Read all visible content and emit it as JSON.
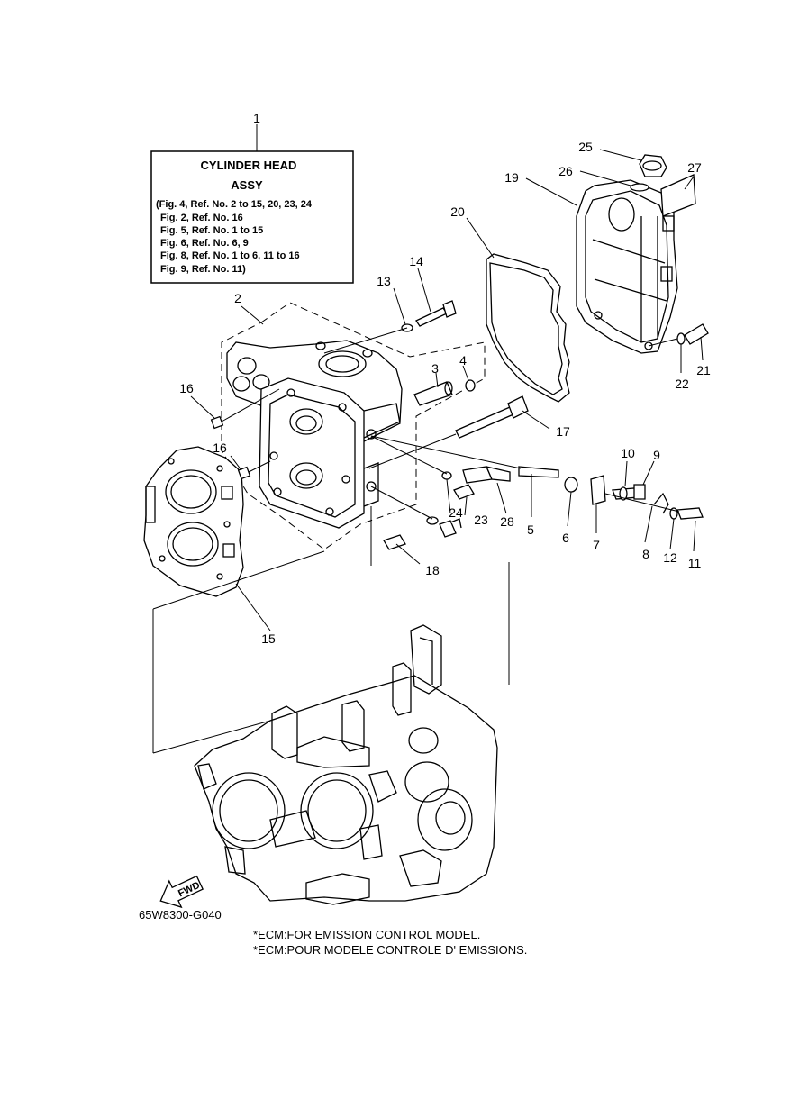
{
  "info_box": {
    "title": "CYLINDER HEAD",
    "subtitle": "ASSY",
    "lines": [
      "(Fig. 4, Ref. No. 2 to 15, 20, 23, 24",
      "Fig. 2, Ref. No. 16",
      "Fig. 5, Ref. No. 1 to 15",
      "Fig. 6, Ref. No. 6, 9",
      "Fig. 8, Ref. No. 1 to 6, 11 to 16",
      "Fig. 9, Ref. No. 11)"
    ]
  },
  "callouts": [
    "1",
    "2",
    "3",
    "4",
    "5",
    "6",
    "7",
    "8",
    "9",
    "10",
    "11",
    "12",
    "13",
    "14",
    "15",
    "16",
    "16",
    "17",
    "18",
    "19",
    "20",
    "21",
    "22",
    "23",
    "24",
    "25",
    "26",
    "27",
    "28"
  ],
  "direction_arrow": "FWD",
  "drawing_code": "65W8300-G040",
  "notes": [
    "*ECM:FOR EMISSION CONTROL MODEL.",
    "*ECM:POUR MODELE CONTROLE D' EMISSIONS."
  ]
}
